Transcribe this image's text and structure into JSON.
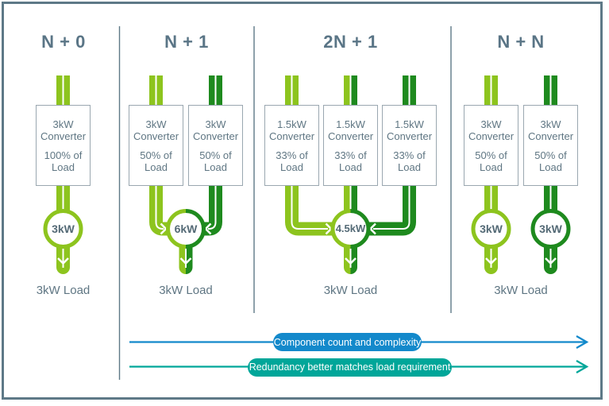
{
  "figure": {
    "columns": [
      {
        "title": "N + 0",
        "converters": [
          {
            "name": "3kW Converter",
            "share": "100% of Load"
          }
        ],
        "outputs": [
          {
            "value": "3kW"
          }
        ],
        "load_label": "3kW Load"
      },
      {
        "title": "N + 1",
        "converters": [
          {
            "name": "3kW Converter",
            "share": "50% of Load"
          },
          {
            "name": "3kW Converter",
            "share": "50% of Load"
          }
        ],
        "outputs": [
          {
            "value": "6kW"
          }
        ],
        "load_label": "3kW Load"
      },
      {
        "title": "2N + 1",
        "converters": [
          {
            "name": "1.5kW Converter",
            "share": "33% of Load"
          },
          {
            "name": "1.5kW Converter",
            "share": "33% of Load"
          },
          {
            "name": "1.5kW Converter",
            "share": "33% of Load"
          }
        ],
        "outputs": [
          {
            "value": "4.5kW"
          }
        ],
        "load_label": "3kW Load"
      },
      {
        "title": "N + N",
        "converters": [
          {
            "name": "3kW Converter",
            "share": "50% of Load"
          },
          {
            "name": "3kW Converter",
            "share": "50% of Load"
          }
        ],
        "outputs": [
          {
            "value": "3kW"
          },
          {
            "value": "3kW"
          }
        ],
        "load_label": "3kW Load"
      }
    ],
    "trend_arrows": [
      {
        "label": "Component count and complexity",
        "color": "#1389CB"
      },
      {
        "label": "Redundancy better matches load requirement",
        "color": "#00A699"
      }
    ],
    "colors": {
      "light_green": "#8DC41E",
      "dark_green": "#1E8A1E",
      "text_slate": "#5C7482",
      "box_border": "#9AA7B0",
      "divider_frame": "#5E7987",
      "arrow_blue": "#1389CB",
      "arrow_teal": "#00A699"
    }
  }
}
